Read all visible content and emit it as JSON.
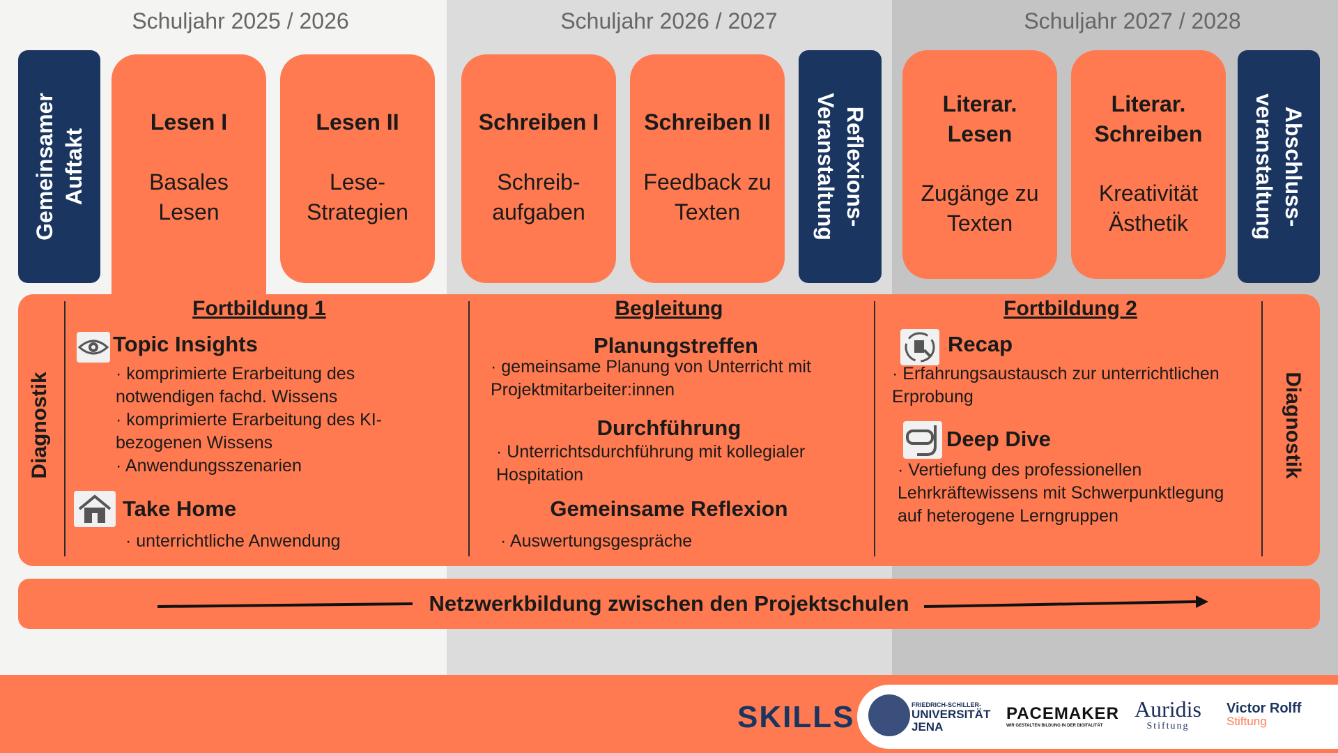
{
  "years": [
    "Schuljahr 2025 / 2026",
    "Schuljahr 2026 / 2027",
    "Schuljahr 2027 / 2028"
  ],
  "navy_boxes": {
    "auftakt": "Gemeinsamer\nAuftakt",
    "reflexion": "Reflexions-\nVeranstaltung",
    "abschluss": "Abschluss-\nveranstaltung"
  },
  "modules": [
    {
      "title": "Lesen I",
      "subtitle": "Basales\nLesen"
    },
    {
      "title": "Lesen II",
      "subtitle": "Lese-\nStrategien"
    },
    {
      "title": "Schreiben I",
      "subtitle": "Schreib-\naufgaben"
    },
    {
      "title": "Schreiben II",
      "subtitle": "Feedback zu\nTexten"
    },
    {
      "title": "Literar.\nLesen",
      "subtitle": "Zugänge zu\nTexten"
    },
    {
      "title": "Literar.\nSchreiben",
      "subtitle": "Kreativität\nÄsthetik"
    }
  ],
  "diagnostik": "Diagnostik",
  "fortbildung1": {
    "heading": "Fortbildung 1",
    "topic_title": "Topic Insights",
    "topic_bullets": "· komprimierte Erarbeitung des\nnotwendigen fachd. Wissens\n· komprimierte Erarbeitung des KI-\nbezogenen Wissens\n· Anwendungsszenarien",
    "home_title": "Take Home",
    "home_bullet": "· unterrichtliche Anwendung"
  },
  "begleitung": {
    "heading": "Begleitung",
    "plan_title": "Planungstreffen",
    "plan_bullet": "· gemeinsame Planung von Unterricht mit\nProjektmitarbeiter:innen",
    "durch_title": "Durchführung",
    "durch_bullet": "· Unterrichtsdurchführung mit kollegialer\nHospitation",
    "refl_title": "Gemeinsame Reflexion",
    "refl_bullet": "· Auswertungsgespräche"
  },
  "fortbildung2": {
    "heading": "Fortbildung 2",
    "recap_title": "Recap",
    "recap_bullet": "· Erfahrungsaustausch zur unterrichtlichen\nErprobung",
    "dive_title": "Deep Dive",
    "dive_bullet": "· Vertiefung des professionellen\nLehrkräftewissens mit Schwerpunktlegung\nauf heterogene Lerngruppen"
  },
  "network": "Netzwerkbildung zwischen den Projektschulen",
  "footer": {
    "skills": "SKILLS",
    "uni_small": "FRIEDRICH-SCHILLER-",
    "uni_big1": "UNIVERSITÄT",
    "uni_big2": "JENA",
    "pacemaker": "PACEMAKER",
    "pacemaker_sub": "WIR GESTALTEN BILDUNG IN DER DIGITALITÄT",
    "auridis": "Auridis",
    "auridis_sub": "Stiftung",
    "victor1": "Victor Rolff",
    "victor2": "Stiftung"
  },
  "colors": {
    "orange": "#ff7a50",
    "navy": "#1a3560"
  }
}
